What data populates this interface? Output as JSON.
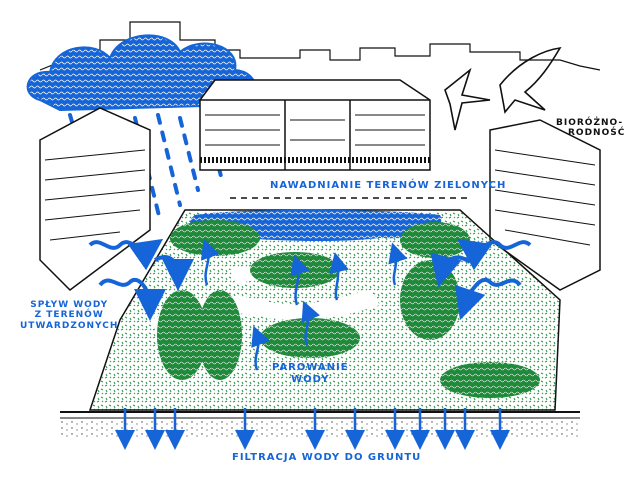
{
  "colors": {
    "water": "#1565d8",
    "green": "#1e8a3a",
    "light_green": "#3aa55a",
    "ink": "#111111"
  },
  "labels": {
    "irrigation": "Nawadnianie terenów zielonych",
    "biodiversity_line1": "Bioróżno-",
    "biodiversity_line2": "rodność",
    "runoff_line1": "Spływ wody",
    "runoff_line2": "z terenów",
    "runoff_line3": "utwardzonych",
    "evaporation_line1": "Parowanie",
    "evaporation_line2": "wody",
    "filtration": "Filtracja wody do gruntu"
  },
  "icons": {
    "cloud": "rain-cloud-icon",
    "birds": "swallow-icon"
  }
}
